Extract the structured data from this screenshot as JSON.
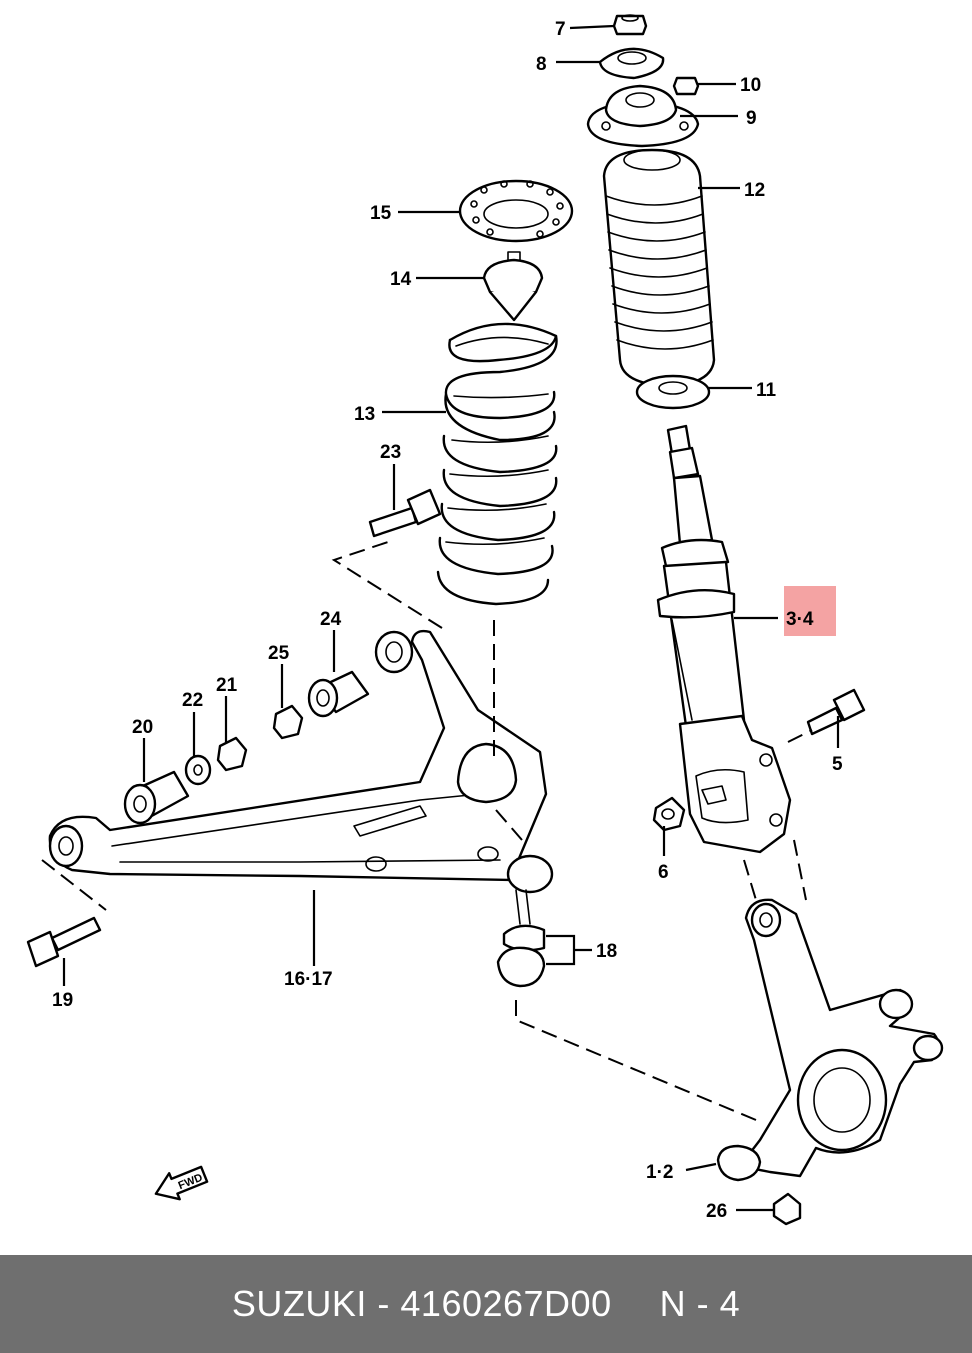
{
  "callouts": {
    "c7": "7",
    "c8": "8",
    "c10": "10",
    "c9": "9",
    "c12": "12",
    "c15": "15",
    "c14": "14",
    "c13": "13",
    "c11": "11",
    "c23": "23",
    "c34": "3·4",
    "c24": "24",
    "c25": "25",
    "c22": "22",
    "c21": "21",
    "c20": "20",
    "c5": "5",
    "c6": "6",
    "c18": "18",
    "c1617": "16·17",
    "c19": "19",
    "c12b": "1·2",
    "c26": "26"
  },
  "highlight_color": "#f4a3a3",
  "direction_arrow": {
    "icon": "front-arrow-icon",
    "text": "FWD"
  },
  "footer": {
    "brand": "SUZUKI",
    "separator": "-",
    "part_number": "4160267D00",
    "section": "N - 4"
  }
}
